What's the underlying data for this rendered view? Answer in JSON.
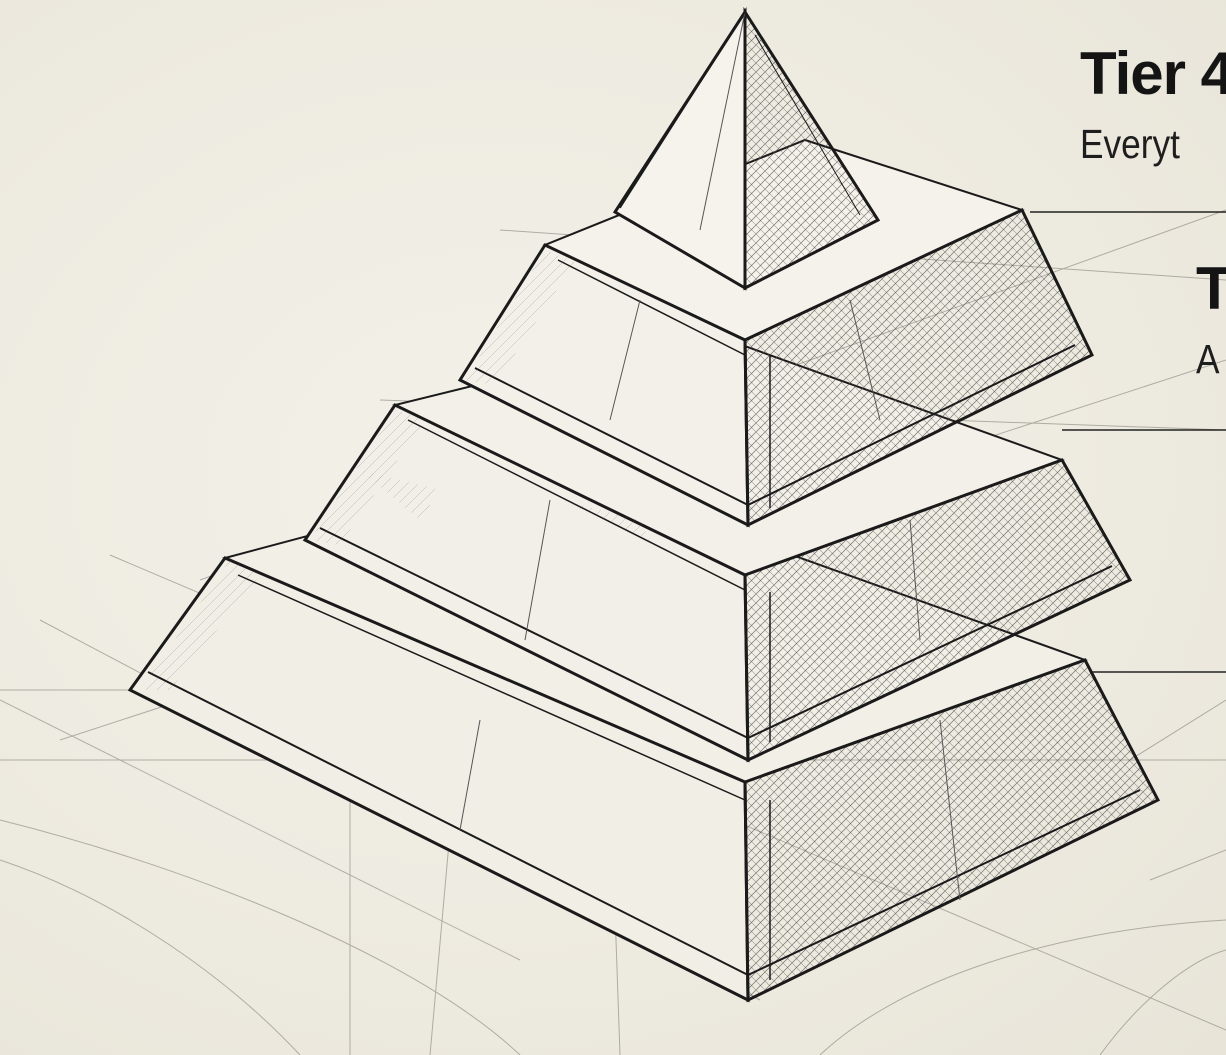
{
  "diagram": {
    "type": "tiered-pyramid",
    "tiers": [
      {
        "title": "Tier 4",
        "description": "Everyt"
      },
      {
        "title": "T",
        "description": "A"
      }
    ]
  },
  "colors": {
    "paper": "#eeebe1",
    "ink": "#1a1a1a",
    "construction_line": "#9a978e",
    "hatch": "#4a4a4a"
  }
}
